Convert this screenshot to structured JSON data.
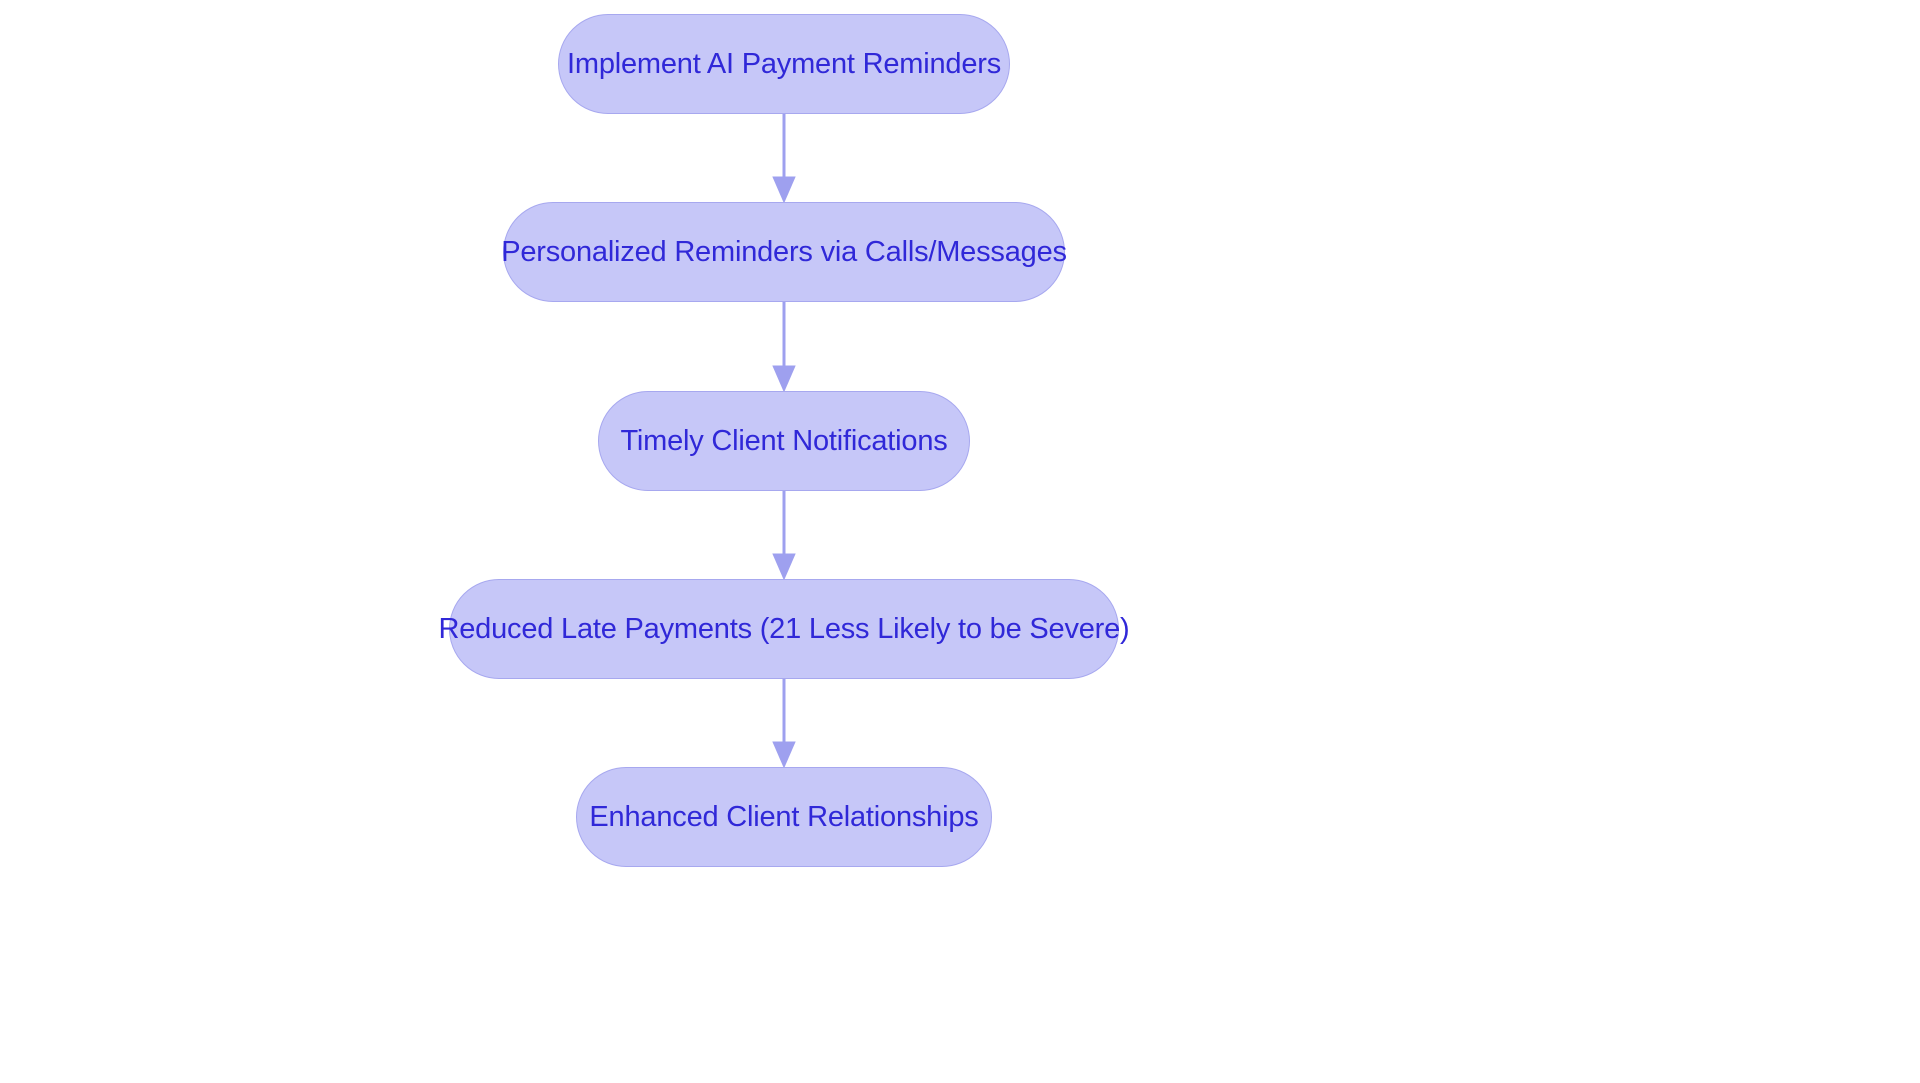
{
  "diagram": {
    "type": "flowchart",
    "orientation": "top-to-bottom",
    "background_color": "#ffffff",
    "node_fill_color": "#c6c7f8",
    "node_border_color": "#a7a8ef",
    "node_text_color": "#3028d8",
    "edge_color": "#9ea0ef",
    "nodes": [
      {
        "id": "n1",
        "label": "Implement AI Payment Reminders"
      },
      {
        "id": "n2",
        "label": "Personalized Reminders via Calls/Messages"
      },
      {
        "id": "n3",
        "label": "Timely Client Notifications"
      },
      {
        "id": "n4",
        "label": "Reduced Late Payments (21 Less Likely to be Severe)"
      },
      {
        "id": "n5",
        "label": "Enhanced Client Relationships"
      }
    ],
    "edges": [
      {
        "from": "n1",
        "to": "n2",
        "label": ""
      },
      {
        "from": "n2",
        "to": "n3",
        "label": ""
      },
      {
        "from": "n3",
        "to": "n4",
        "label": ""
      },
      {
        "from": "n4",
        "to": "n5",
        "label": ""
      }
    ]
  }
}
